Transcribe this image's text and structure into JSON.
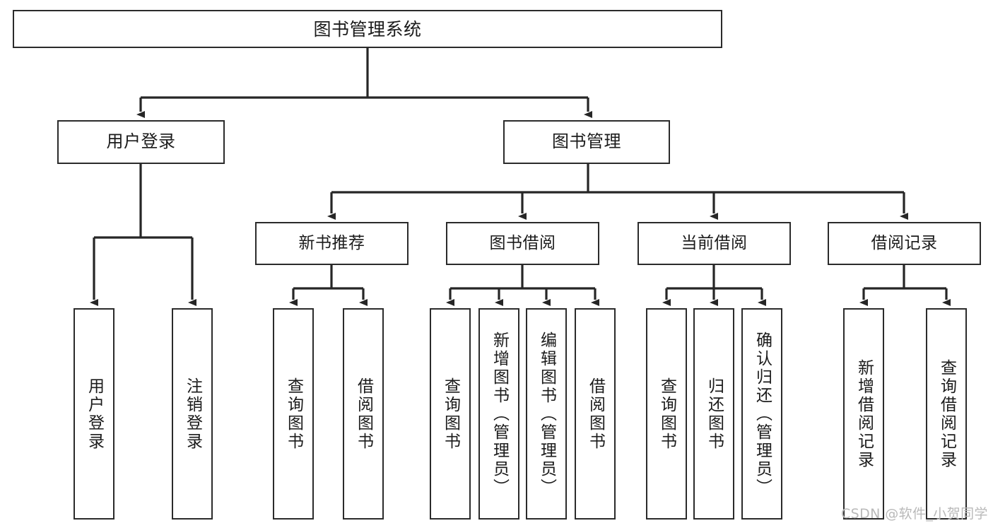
{
  "diagram": {
    "title": "图书管理系统",
    "type": "hierarchy-tree",
    "watermark": "CSDN @软件_小贺同学",
    "colors": {
      "box_border": "#2b2b2b",
      "box_fill": "#ffffff",
      "connector": "#262626",
      "text": "#1b1b1b",
      "watermark": "#b9b9b9",
      "background": "#ffffff"
    },
    "nodes": {
      "root": {
        "label": "图书管理系统",
        "level": 0
      },
      "level1": [
        {
          "id": "user-login",
          "label": "用户登录"
        },
        {
          "id": "book-management",
          "label": "图书管理"
        }
      ],
      "level2": [
        {
          "id": "new-book-recommend",
          "label": "新书推荐"
        },
        {
          "id": "book-borrow",
          "label": "图书借阅"
        },
        {
          "id": "current-borrow",
          "label": "当前借阅"
        },
        {
          "id": "borrow-record",
          "label": "借阅记录"
        }
      ],
      "leaves": {
        "user-login": [
          {
            "id": "leaf-user-login",
            "label": "用户登录"
          },
          {
            "id": "leaf-user-logout",
            "label": "注销登录"
          }
        ],
        "new-book-recommend": [
          {
            "id": "leaf-query-book-1",
            "label": "查询图书"
          },
          {
            "id": "leaf-borrow-book-1",
            "label": "借阅图书"
          }
        ],
        "book-borrow": [
          {
            "id": "leaf-query-book-2",
            "label": "查询图书"
          },
          {
            "id": "leaf-add-book",
            "label": "新增图书（管理员）"
          },
          {
            "id": "leaf-edit-book",
            "label": "编辑图书（管理员）"
          },
          {
            "id": "leaf-borrow-book-2",
            "label": "借阅图书"
          }
        ],
        "current-borrow": [
          {
            "id": "leaf-query-book-3",
            "label": "查询图书"
          },
          {
            "id": "leaf-return-book",
            "label": "归还图书"
          },
          {
            "id": "leaf-confirm-return",
            "label": "确认归还（管理员）"
          }
        ],
        "borrow-record": [
          {
            "id": "leaf-add-record",
            "label": "新增借阅记录"
          },
          {
            "id": "leaf-query-record",
            "label": "查询借阅记录"
          }
        ]
      }
    }
  }
}
